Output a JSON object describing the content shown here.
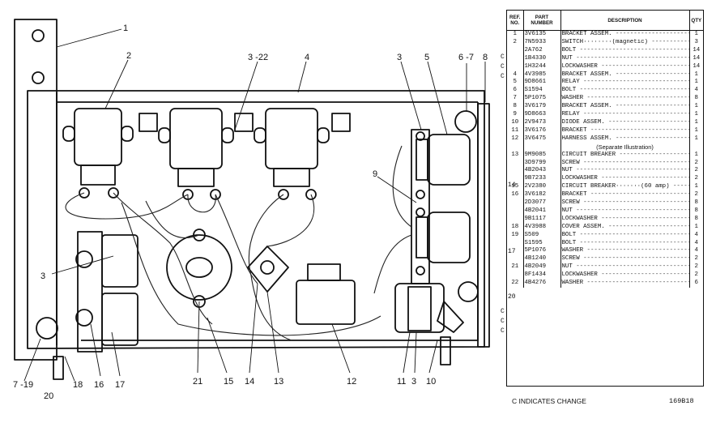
{
  "callouts": {
    "c1": "1",
    "c2": "2",
    "c3_22": "3 -22",
    "c4": "4",
    "c3a": "3",
    "c5": "5",
    "c6_7": "6 -7",
    "c8": "8",
    "c9": "9",
    "c3b": "3",
    "c7_19": "7 -19",
    "c20": "20",
    "c18": "18",
    "c16": "16",
    "c17": "17",
    "c21": "21",
    "c15": "15",
    "c14": "14",
    "c13": "13",
    "c12": "12",
    "c11": "11",
    "c3c": "3",
    "c10": "10"
  },
  "table": {
    "headers": {
      "ref": "REF. NO.",
      "part": "PART NUMBER",
      "desc": "DESCRIPTION",
      "qty": "QTY"
    },
    "rows": [
      {
        "ref": "1",
        "part": "3V6135",
        "desc": "BRACKET ASSEM.",
        "qty": "1"
      },
      {
        "ref": "2",
        "part": "7N5933",
        "desc": "SWITCH········(magnetic)",
        "qty": "3"
      },
      {
        "ref": "",
        "part": "2A762",
        "desc": "BOLT",
        "qty": "14"
      },
      {
        "ref": "",
        "part": "1B4330",
        "desc": "NUT",
        "qty": "14"
      },
      {
        "ref": "",
        "part": "1H3244",
        "desc": "LOCKWASHER",
        "qty": "14"
      },
      {
        "ref": "4",
        "part": "4V3985",
        "desc": "BRACKET ASSEM.",
        "qty": "1"
      },
      {
        "ref": "5",
        "part": "9D8661",
        "desc": "RELAY",
        "qty": "1"
      },
      {
        "ref": "6",
        "part": "S1594",
        "desc": "BOLT",
        "qty": "4"
      },
      {
        "ref": "7",
        "part": "5P1075",
        "desc": "WASHER",
        "qty": "8"
      },
      {
        "ref": "8",
        "part": "3V6179",
        "desc": "BRACKET ASSEM.",
        "qty": "1"
      },
      {
        "ref": "9",
        "part": "9D8663",
        "desc": "RELAY",
        "qty": "1"
      },
      {
        "ref": "10",
        "part": "2V9473",
        "desc": "DIODE ASSEM.",
        "qty": "1"
      },
      {
        "ref": "11",
        "part": "3V6176",
        "desc": "BRACKET",
        "qty": "1"
      },
      {
        "ref": "12",
        "part": "3V6475",
        "desc": "HARNESS ASSEM.",
        "qty": "1"
      },
      {
        "ref": "",
        "part": "",
        "desc": "(Separate Illustration)",
        "qty": ""
      },
      {
        "ref": "13",
        "part": "9M9085",
        "desc": "CIRCUIT BREAKER",
        "qty": "1"
      },
      {
        "ref": "",
        "part": "3D9799",
        "desc": "SCREW",
        "qty": "2"
      },
      {
        "ref": "",
        "part": "4B2043",
        "desc": "NUT",
        "qty": "2"
      },
      {
        "ref": "",
        "part": "9B7233",
        "desc": "LOCKWASHER",
        "qty": "2"
      },
      {
        "ref": "15",
        "part": "2V2380",
        "desc": "CIRCUIT BREAKER·······(60 amp)",
        "qty": "1"
      },
      {
        "ref": "16",
        "part": "3V6182",
        "desc": "BRACKET",
        "qty": "2"
      },
      {
        "ref": "",
        "part": "2D3077",
        "desc": "SCREW",
        "qty": "8"
      },
      {
        "ref": "",
        "part": "4B2041",
        "desc": "NUT",
        "qty": "8"
      },
      {
        "ref": "",
        "part": "9B1117",
        "desc": "LOCKWASHER",
        "qty": "8"
      },
      {
        "ref": "18",
        "part": "4V3988",
        "desc": "COVER ASSEM.",
        "qty": "1"
      },
      {
        "ref": "19",
        "part": "S509",
        "desc": "BOLT",
        "qty": "4"
      },
      {
        "ref": "",
        "part": "S1595",
        "desc": "BOLT",
        "qty": "4"
      },
      {
        "ref": "",
        "part": "5P1076",
        "desc": "WASHER",
        "qty": "4"
      },
      {
        "ref": "",
        "part": "4B1240",
        "desc": "SCREW",
        "qty": "2"
      },
      {
        "ref": "21",
        "part": "4B2049",
        "desc": "NUT",
        "qty": "2"
      },
      {
        "ref": "",
        "part": "8F1434",
        "desc": "LOCKWASHER",
        "qty": "2"
      },
      {
        "ref": "22",
        "part": "4B4276",
        "desc": "WASHER",
        "qty": "6"
      }
    ],
    "side_refs": {
      "r14": "14",
      "r17": "17",
      "r20": "20"
    },
    "change_marks": [
      "C",
      "C",
      "C",
      "C",
      "C",
      "C"
    ]
  },
  "footer": {
    "note": "C INDICATES CHANGE",
    "fig_number": "169B18"
  }
}
